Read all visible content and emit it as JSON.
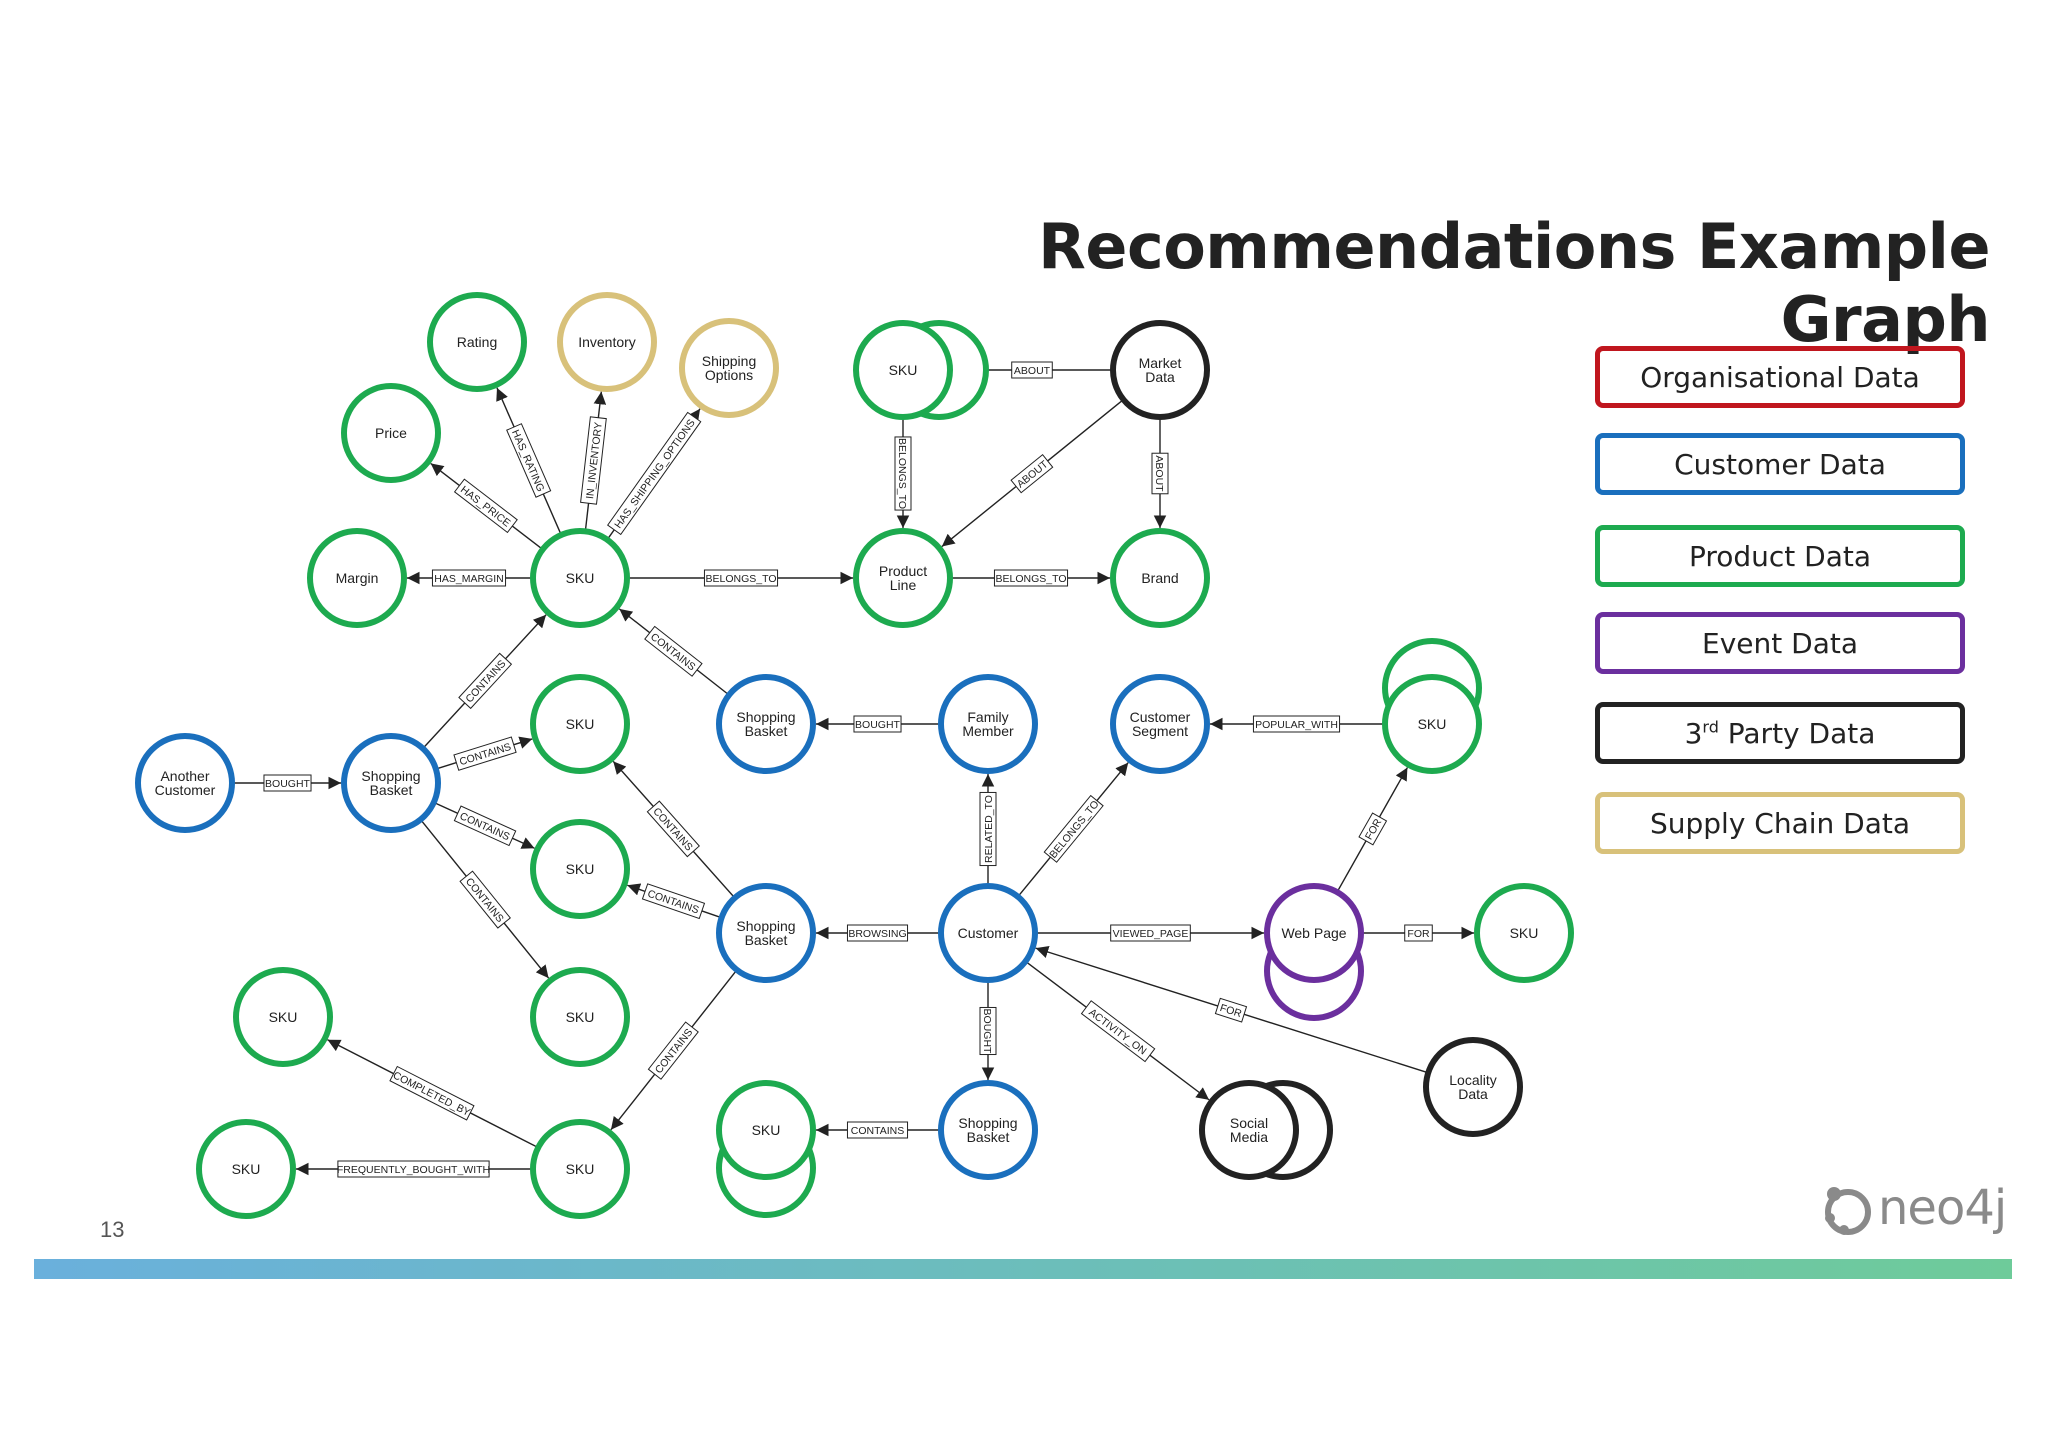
{
  "title": "Recommendations Example Graph",
  "page_number": "13",
  "logo_text": "neo4j",
  "colors": {
    "organisational": "#c0161e",
    "customer": "#1a6fbd",
    "product": "#1daa4f",
    "event": "#6b2f9e",
    "third_party": "#222222",
    "supply_chain": "#d8c17a"
  },
  "legend": [
    {
      "label": "Organisational Data",
      "color": "#c0161e"
    },
    {
      "label": "Customer Data",
      "color": "#1a6fbd"
    },
    {
      "label": "Product Data",
      "color": "#1daa4f"
    },
    {
      "label": "Event Data",
      "color": "#6b2f9e"
    },
    {
      "label": "3rd Party Data",
      "color": "#222222"
    },
    {
      "label": "Supply Chain Data",
      "color": "#d8c17a"
    }
  ],
  "nodes": [
    {
      "id": "rating",
      "label": "Rating",
      "type": "product"
    },
    {
      "id": "inventory",
      "label": "Inventory",
      "type": "supply_chain"
    },
    {
      "id": "shipping",
      "label": "Shipping Options",
      "type": "supply_chain"
    },
    {
      "id": "price",
      "label": "Price",
      "type": "product"
    },
    {
      "id": "margin",
      "label": "Margin",
      "type": "product"
    },
    {
      "id": "sku_main",
      "label": "SKU",
      "type": "product"
    },
    {
      "id": "sku_top",
      "label": "SKU",
      "type": "product",
      "stacked": true
    },
    {
      "id": "market",
      "label": "Market Data",
      "type": "third_party"
    },
    {
      "id": "productline",
      "label": "Product Line",
      "type": "product"
    },
    {
      "id": "brand",
      "label": "Brand",
      "type": "product"
    },
    {
      "id": "another_customer",
      "label": "Another Customer",
      "type": "customer"
    },
    {
      "id": "basket_left",
      "label": "Shopping Basket",
      "type": "customer"
    },
    {
      "id": "sku_l1",
      "label": "SKU",
      "type": "product"
    },
    {
      "id": "sku_l2",
      "label": "SKU",
      "type": "product"
    },
    {
      "id": "sku_l3",
      "label": "SKU",
      "type": "product"
    },
    {
      "id": "basket_mid",
      "label": "Shopping Basket",
      "type": "customer"
    },
    {
      "id": "family",
      "label": "Family Member",
      "type": "customer"
    },
    {
      "id": "segment",
      "label": "Customer Segment",
      "type": "customer"
    },
    {
      "id": "sku_right",
      "label": "SKU",
      "type": "product",
      "stacked": true
    },
    {
      "id": "basket_browse",
      "label": "Shopping Basket",
      "type": "customer"
    },
    {
      "id": "customer",
      "label": "Customer",
      "type": "customer"
    },
    {
      "id": "webpage",
      "label": "Web Page",
      "type": "event",
      "stacked": true
    },
    {
      "id": "sku_far",
      "label": "SKU",
      "type": "product"
    },
    {
      "id": "sku_bl",
      "label": "SKU",
      "type": "product"
    },
    {
      "id": "sku_bl2",
      "label": "SKU",
      "type": "product"
    },
    {
      "id": "sku_bot",
      "label": "SKU",
      "type": "product"
    },
    {
      "id": "sku_basketbot",
      "label": "SKU",
      "type": "product",
      "stacked": true
    },
    {
      "id": "basket_bot",
      "label": "Shopping Basket",
      "type": "customer"
    },
    {
      "id": "social",
      "label": "Social Media",
      "type": "third_party",
      "stacked": true
    },
    {
      "id": "locality",
      "label": "Locality Data",
      "type": "third_party"
    }
  ],
  "edges": [
    {
      "from": "sku_main",
      "to": "rating",
      "label": "HAS_RATING"
    },
    {
      "from": "sku_main",
      "to": "inventory",
      "label": "IN_INVENTORY"
    },
    {
      "from": "sku_main",
      "to": "shipping",
      "label": "HAS_SHIPPING_OPTIONS"
    },
    {
      "from": "sku_main",
      "to": "price",
      "label": "HAS_PRICE"
    },
    {
      "from": "sku_main",
      "to": "margin",
      "label": "HAS_MARGIN"
    },
    {
      "from": "sku_main",
      "to": "productline",
      "label": "BELONGS_TO"
    },
    {
      "from": "market",
      "to": "sku_top",
      "label": "ABOUT"
    },
    {
      "from": "sku_top",
      "to": "productline",
      "label": "BELONGS_TO"
    },
    {
      "from": "market",
      "to": "productline",
      "label": "ABOUT"
    },
    {
      "from": "market",
      "to": "brand",
      "label": "ABOUT"
    },
    {
      "from": "productline",
      "to": "brand",
      "label": "BELONGS_TO"
    },
    {
      "from": "basket_mid",
      "to": "sku_main",
      "label": "CONTAINS"
    },
    {
      "from": "family",
      "to": "basket_mid",
      "label": "BOUGHT"
    },
    {
      "from": "another_customer",
      "to": "basket_left",
      "label": "BOUGHT"
    },
    {
      "from": "basket_left",
      "to": "sku_main",
      "label": "CONTAINS"
    },
    {
      "from": "basket_left",
      "to": "sku_l1",
      "label": "CONTAINS"
    },
    {
      "from": "basket_left",
      "to": "sku_l2",
      "label": "CONTAINS"
    },
    {
      "from": "basket_left",
      "to": "sku_l3",
      "label": "CONTAINS"
    },
    {
      "from": "sku_right",
      "to": "segment",
      "label": "POPULAR_WITH"
    },
    {
      "from": "customer",
      "to": "family",
      "label": "RELATED_TO"
    },
    {
      "from": "customer",
      "to": "segment",
      "label": "BELONGS_TO"
    },
    {
      "from": "basket_browse",
      "to": "sku_l1",
      "label": "CONTAINS"
    },
    {
      "from": "basket_browse",
      "to": "sku_l2",
      "label": "CONTAINS"
    },
    {
      "from": "customer",
      "to": "basket_browse",
      "label": "BROWSING"
    },
    {
      "from": "customer",
      "to": "webpage",
      "label": "VIEWED_PAGE"
    },
    {
      "from": "webpage",
      "to": "sku_right",
      "label": "FOR"
    },
    {
      "from": "webpage",
      "to": "sku_far",
      "label": "FOR"
    },
    {
      "from": "basket_browse",
      "to": "sku_bot",
      "label": "CONTAINS"
    },
    {
      "from": "sku_bot",
      "to": "sku_bl",
      "label": "COMPLETED_BY"
    },
    {
      "from": "sku_bot",
      "to": "sku_bl2",
      "label": "FREQUENTLY_BOUGHT_WITH"
    },
    {
      "from": "customer",
      "to": "basket_bot",
      "label": "BOUGHT"
    },
    {
      "from": "basket_bot",
      "to": "sku_basketbot",
      "label": "CONTAINS"
    },
    {
      "from": "customer",
      "to": "social",
      "label": "ACTIVITY_ON"
    },
    {
      "from": "locality",
      "to": "customer",
      "label": "FOR"
    }
  ]
}
